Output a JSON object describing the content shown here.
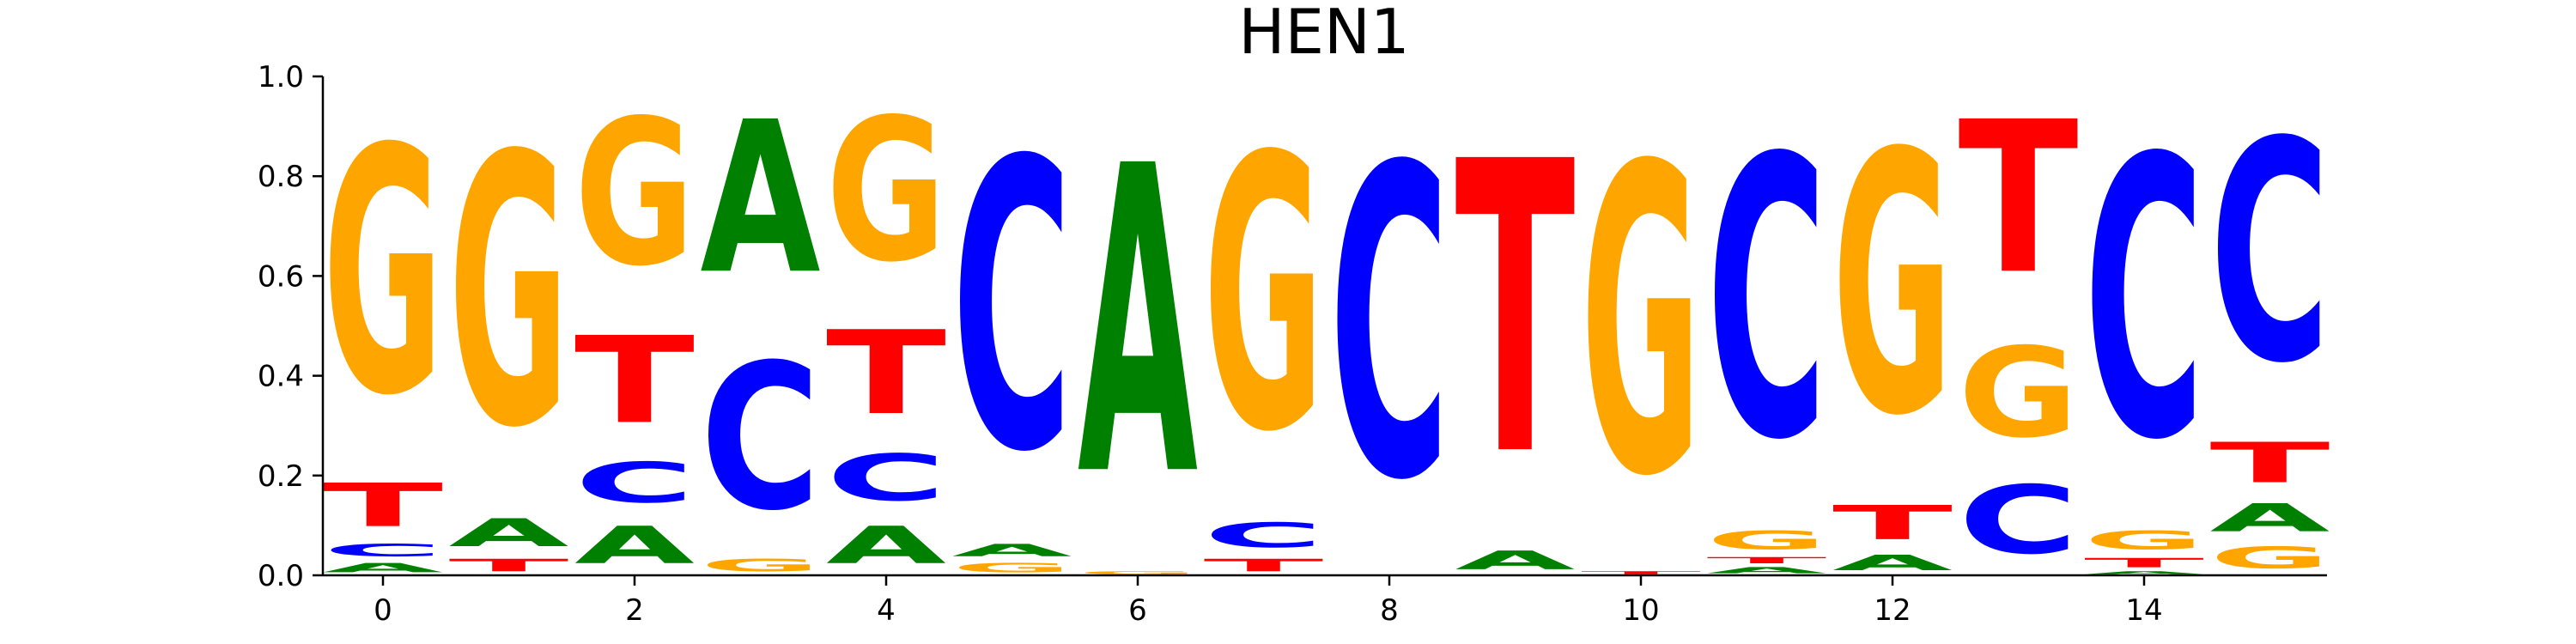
{
  "chart_data": {
    "type": "sequence-logo",
    "title": "HEN1",
    "xlabel": "",
    "ylabel": "",
    "ylim": [
      0,
      1
    ],
    "xticks": [
      "0",
      "2",
      "4",
      "6",
      "8",
      "10",
      "12",
      "14"
    ],
    "yticks": [
      "0.0",
      "0.2",
      "0.4",
      "0.6",
      "0.8",
      "1.0"
    ],
    "colors": {
      "A": "#008000",
      "C": "#0000ff",
      "G": "#ffa500",
      "T": "#ff0000"
    },
    "positions": [
      {
        "pos": 0,
        "letters": [
          {
            "base": "A",
            "value": 0.03
          },
          {
            "base": "C",
            "value": 0.04
          },
          {
            "base": "T",
            "value": 0.14
          },
          {
            "base": "G",
            "value": 0.79
          }
        ]
      },
      {
        "pos": 1,
        "letters": [
          {
            "base": "T",
            "value": 0.04
          },
          {
            "base": "A",
            "value": 0.09
          },
          {
            "base": "G",
            "value": 0.87
          }
        ]
      },
      {
        "pos": 2,
        "letters": [
          {
            "base": "A",
            "value": 0.12
          },
          {
            "base": "C",
            "value": 0.13
          },
          {
            "base": "T",
            "value": 0.28
          },
          {
            "base": "G",
            "value": 0.47
          }
        ]
      },
      {
        "pos": 3,
        "letters": [
          {
            "base": "G",
            "value": 0.04
          },
          {
            "base": "C",
            "value": 0.47
          },
          {
            "base": "A",
            "value": 0.49
          }
        ]
      },
      {
        "pos": 4,
        "letters": [
          {
            "base": "A",
            "value": 0.12
          },
          {
            "base": "C",
            "value": 0.15
          },
          {
            "base": "T",
            "value": 0.27
          },
          {
            "base": "G",
            "value": 0.46
          }
        ]
      },
      {
        "pos": 5,
        "letters": [
          {
            "base": "G",
            "value": 0.03
          },
          {
            "base": "A",
            "value": 0.04
          },
          {
            "base": "C",
            "value": 0.93
          }
        ]
      },
      {
        "pos": 6,
        "letters": [
          {
            "base": "G",
            "value": 0.01
          },
          {
            "base": "A",
            "value": 0.99
          }
        ]
      },
      {
        "pos": 7,
        "letters": [
          {
            "base": "T",
            "value": 0.04
          },
          {
            "base": "C",
            "value": 0.08
          },
          {
            "base": "G",
            "value": 0.88
          }
        ]
      },
      {
        "pos": 8,
        "letters": [
          {
            "base": "C",
            "value": 1.0
          }
        ]
      },
      {
        "pos": 9,
        "letters": [
          {
            "base": "A",
            "value": 0.06
          },
          {
            "base": "T",
            "value": 0.94
          }
        ]
      },
      {
        "pos": 10,
        "letters": [
          {
            "base": "T",
            "value": 0.01
          },
          {
            "base": "G",
            "value": 0.99
          }
        ]
      },
      {
        "pos": 11,
        "letters": [
          {
            "base": "A",
            "value": 0.02
          },
          {
            "base": "T",
            "value": 0.02
          },
          {
            "base": "G",
            "value": 0.06
          },
          {
            "base": "C",
            "value": 0.9
          }
        ]
      },
      {
        "pos": 12,
        "letters": [
          {
            "base": "A",
            "value": 0.05
          },
          {
            "base": "T",
            "value": 0.11
          },
          {
            "base": "G",
            "value": 0.84
          }
        ]
      },
      {
        "pos": 13,
        "letters": [
          {
            "base": "C",
            "value": 0.22
          },
          {
            "base": "G",
            "value": 0.29
          },
          {
            "base": "T",
            "value": 0.49
          }
        ]
      },
      {
        "pos": 14,
        "letters": [
          {
            "base": "A",
            "value": 0.01
          },
          {
            "base": "T",
            "value": 0.03
          },
          {
            "base": "G",
            "value": 0.06
          },
          {
            "base": "C",
            "value": 0.9
          }
        ]
      },
      {
        "pos": 15,
        "letters": [
          {
            "base": "G",
            "value": 0.07
          },
          {
            "base": "A",
            "value": 0.09
          },
          {
            "base": "T",
            "value": 0.13
          },
          {
            "base": "C",
            "value": 0.71
          }
        ]
      }
    ]
  }
}
